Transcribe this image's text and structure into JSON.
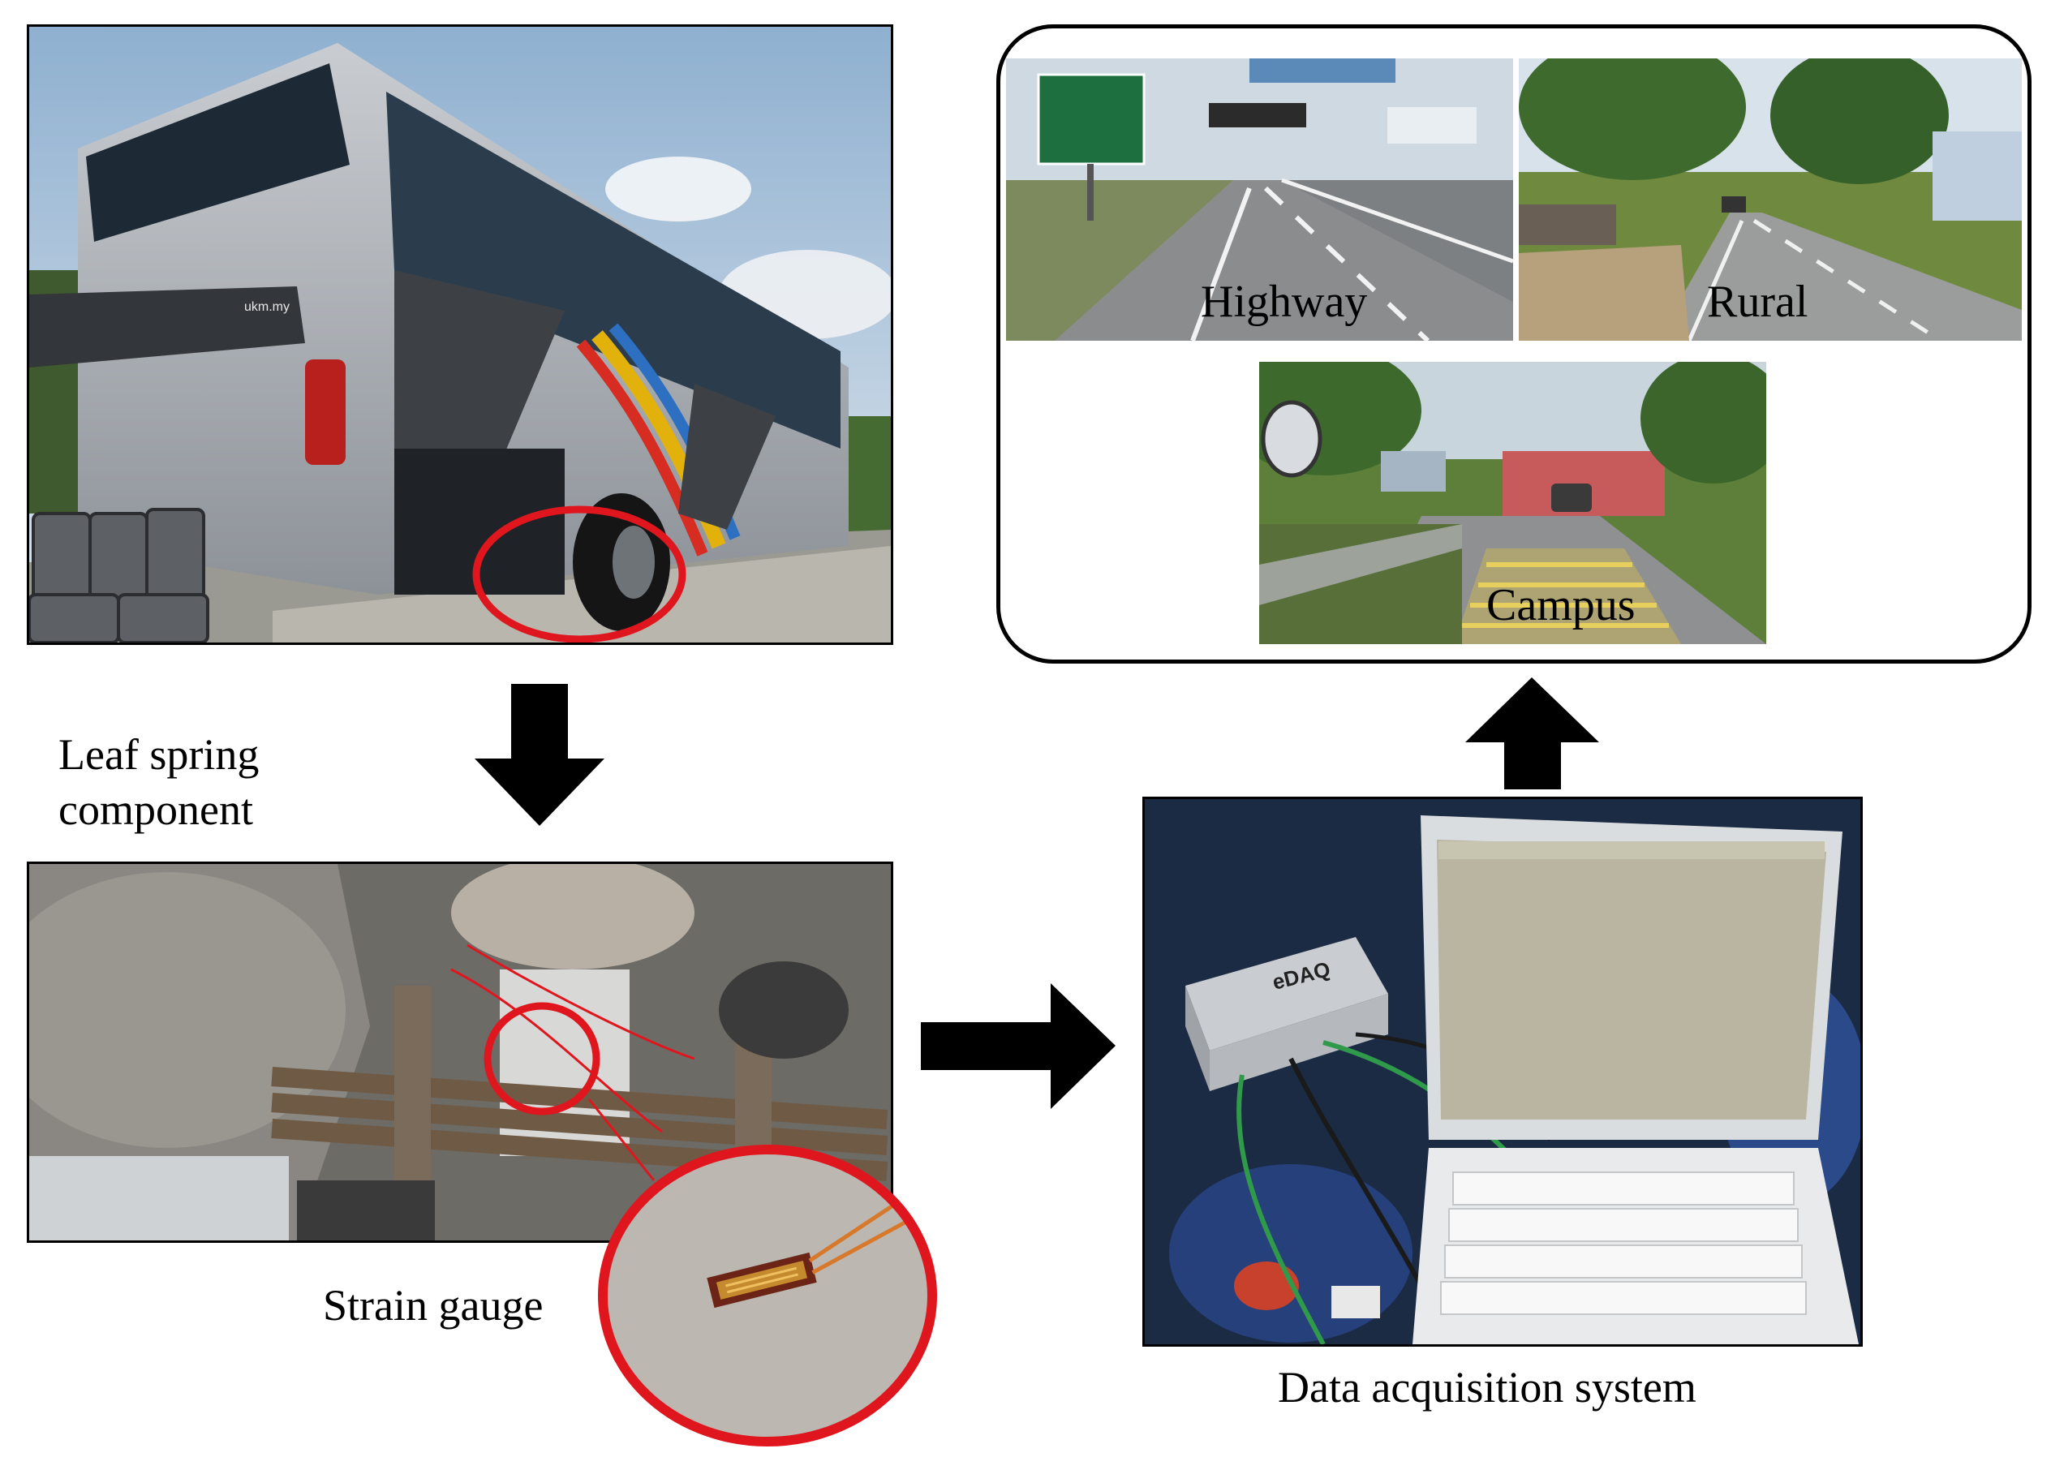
{
  "labels": {
    "leaf_spring_line1": "Leaf spring",
    "leaf_spring_line2": "component",
    "strain_gauge": "Strain gauge",
    "data_acquisition": "Data acquisition system"
  },
  "road_conditions": {
    "highway": "Highway",
    "rural": "Rural",
    "campus": "Campus"
  },
  "photo_text": {
    "bus_url": "ukm.my",
    "daq_brand": "eDAQ"
  },
  "colors": {
    "highlight_circle": "#e0161e",
    "arrow": "#000000"
  }
}
